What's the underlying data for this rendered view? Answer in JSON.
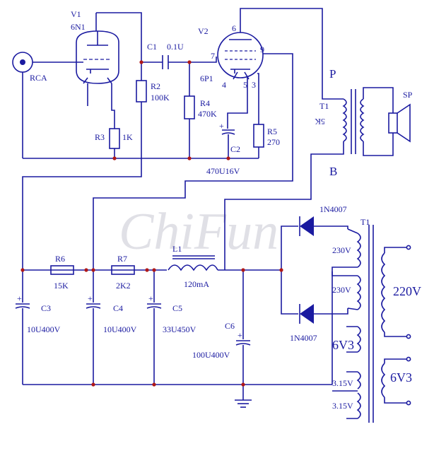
{
  "watermark": "ChiFun",
  "labels": {
    "V1": "V1",
    "V1_type": "6N1",
    "V2": "V2",
    "V2_type": "6P1",
    "RCA": "RCA",
    "C1": "C1",
    "C1_val": "0.1U",
    "R2": "R2",
    "R2_val": "100K",
    "R3": "R3",
    "R3_val": "1K",
    "R4": "R4",
    "R4_val": "470K",
    "R5": "R5",
    "R5_val": "270",
    "C2": "C2",
    "C2_val": "470U16V",
    "pin7": "7",
    "pin6": "6",
    "pin9": "9",
    "pin4": "4",
    "pin5": "5",
    "pin3": "3",
    "P": "P",
    "B": "B",
    "T1_out": "T1",
    "T1_out_val": "5K",
    "SP": "SP",
    "D1": "1N4007",
    "D2": "1N4007",
    "T1_pwr": "T1",
    "sec_230a": "230V",
    "sec_230b": "230V",
    "sec_6v3": "6V3",
    "sec_3v15a": "3.15V",
    "sec_3v15b": "3.15V",
    "pri_220": "220V",
    "pri_6v3": "6V3",
    "R6": "R6",
    "R6_val": "15K",
    "R7": "R7",
    "R7_val": "2K2",
    "L1": "L1",
    "L1_val": "120mA",
    "C3": "C3",
    "C3_val": "10U400V",
    "C4": "C4",
    "C4_val": "10U400V",
    "C5": "C5",
    "C5_val": "33U450V",
    "C6": "C6",
    "C6_val": "100U400V"
  }
}
